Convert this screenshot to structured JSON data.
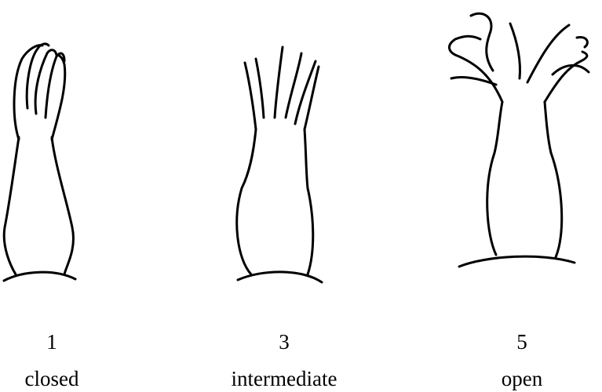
{
  "stages": [
    {
      "number": "1",
      "name": "closed"
    },
    {
      "number": "3",
      "name": "intermediate"
    },
    {
      "number": "5",
      "name": "open"
    }
  ]
}
